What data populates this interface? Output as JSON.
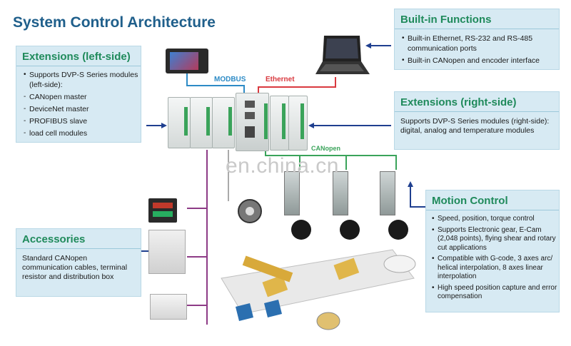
{
  "title": "System Control Architecture",
  "watermark": "en.china.cn",
  "labels": {
    "modbus": "MODBUS",
    "ethernet": "Ethernet",
    "canopen": "CANopen"
  },
  "left_ext": {
    "heading": "Extensions (left-side)",
    "intro": "Supports DVP-S Series modules (left-side):",
    "items": [
      "CANopen master",
      "DeviceNet master",
      "PROFIBUS slave",
      "load cell modules"
    ]
  },
  "built_in": {
    "heading": "Built-in Functions",
    "items": [
      "Built-in Ethernet, RS-232 and RS-485 communication ports",
      "Built-in CANopen and encoder interface"
    ]
  },
  "right_ext": {
    "heading": "Extensions (right-side)",
    "text": "Supports DVP-S Series modules (right-side): digital, analog and temperature modules"
  },
  "accessories": {
    "heading": "Accessories",
    "text": "Standard CANopen communication cables, terminal resistor and distribution box"
  },
  "motion": {
    "heading": "Motion Control",
    "items": [
      "Speed, position, torque control",
      "Supports Electronic gear, E-Cam (2,048 points), flying shear and rotary cut applications",
      "Compatible with G-code, 3 axes arc/ helical interpolation, 8 axes linear interpolation",
      "High speed position capture and error compensation"
    ]
  },
  "colors": {
    "title": "#1f5f8b",
    "heading": "#1f8a5b",
    "panel": "#d7eaf3",
    "modbus_line": "#2d8bc6",
    "ethernet_line": "#d9393f",
    "canopen_line": "#3aa35a",
    "accessory_line": "#8d3b86",
    "arrow": "#1f3f8f"
  }
}
